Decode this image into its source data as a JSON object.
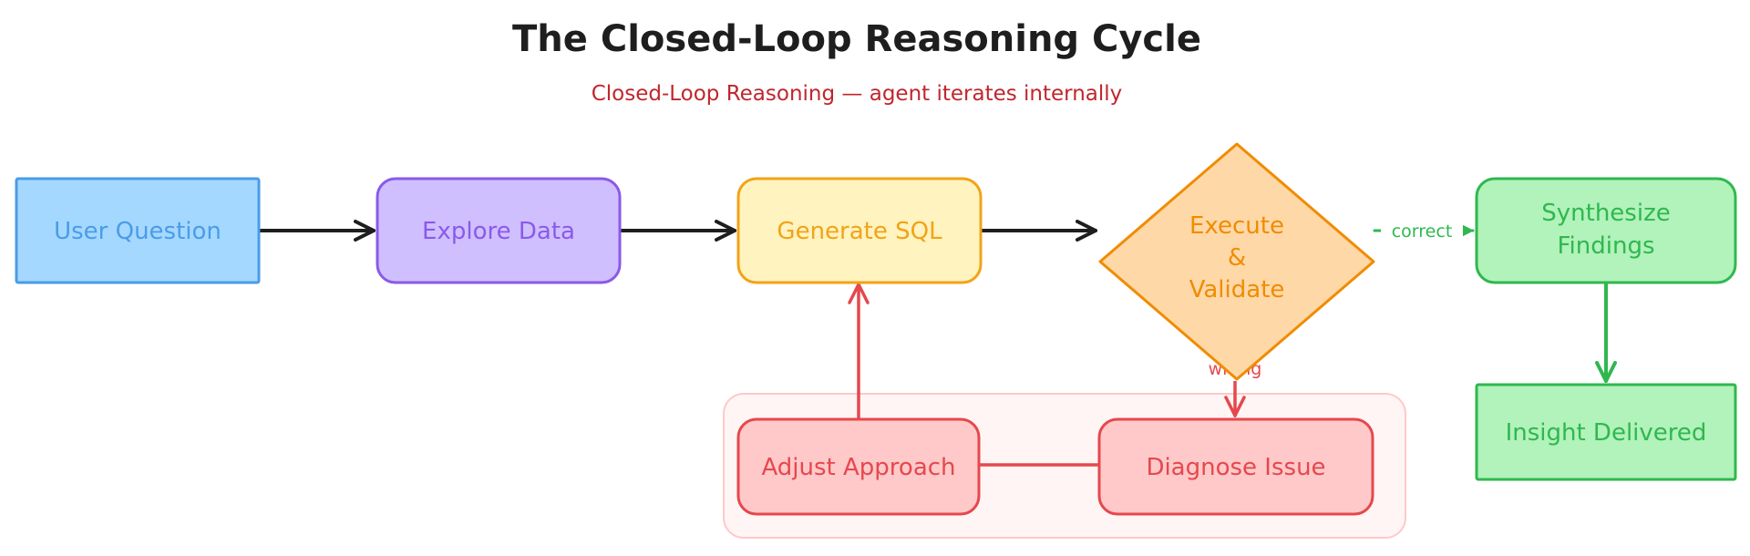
{
  "title": "The Closed-Loop Reasoning Cycle",
  "subtitle": "Closed-Loop Reasoning — agent iterates internally",
  "colors": {
    "blue_fill": "#a5d8ff",
    "blue_stroke": "#4a9ce8",
    "purple_fill": "#d0bfff",
    "purple_stroke": "#8a5ae8",
    "yellow_fill": "#fff3bf",
    "yellow_stroke": "#f2a318",
    "orange_fill": "#ffd8a8",
    "orange_stroke": "#f08c00",
    "green_fill": "#b2f2bb",
    "green_stroke": "#2fb84f",
    "red_fill": "#ffc9c9",
    "red_stroke": "#e5484d",
    "group_fill": "#fff5f5",
    "group_stroke": "#ffc9c9",
    "arrow_dark": "#1e1e1e",
    "arrow_red": "#e5484d",
    "arrow_green": "#2fb84f"
  },
  "nodes": {
    "user_question": {
      "label": "User Question"
    },
    "explore_data": {
      "label": "Explore Data"
    },
    "generate_sql": {
      "label": "Generate SQL"
    },
    "execute_validate": {
      "lines": [
        "Execute",
        "&",
        "Validate"
      ]
    },
    "synthesize_findings": {
      "lines": [
        "Synthesize",
        "Findings"
      ]
    },
    "insight_delivered": {
      "label": "Insight Delivered"
    },
    "adjust_approach": {
      "label": "Adjust Approach"
    },
    "diagnose_issue": {
      "label": "Diagnose Issue"
    }
  },
  "edges": {
    "correct_label": "correct",
    "wrong_label": "wrong"
  }
}
